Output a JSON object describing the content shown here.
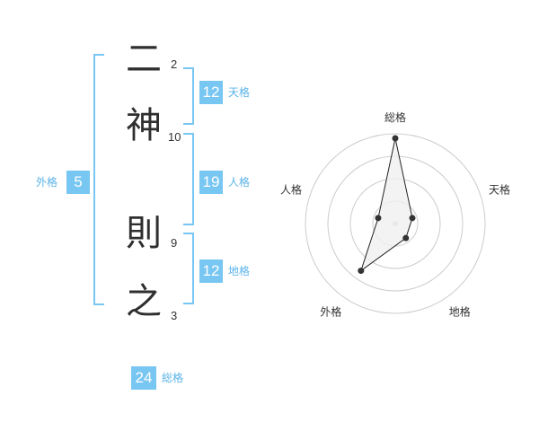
{
  "name": {
    "characters": [
      {
        "char": "二",
        "strokes": "2"
      },
      {
        "char": "神",
        "strokes": "10"
      },
      {
        "char": "則",
        "strokes": "9"
      },
      {
        "char": "之",
        "strokes": "3"
      }
    ]
  },
  "fortunes": {
    "ten": {
      "label": "天格",
      "value": "12"
    },
    "jin": {
      "label": "人格",
      "value": "19"
    },
    "chi": {
      "label": "地格",
      "value": "12"
    },
    "gai": {
      "label": "外格",
      "value": "5"
    },
    "sou": {
      "label": "総格",
      "value": "24"
    }
  },
  "colors": {
    "accent": "#78c6f2",
    "accent_text": "#5ab4e8",
    "ring": "#cccccc",
    "shape_fill": "#f0f0f0",
    "point": "#333333"
  },
  "chart_data": {
    "type": "radar",
    "axes": [
      "総格",
      "天格",
      "地格",
      "外格",
      "人格"
    ],
    "values": [
      0.95,
      0.2,
      0.2,
      0.65,
      0.2
    ],
    "rings": 4,
    "grid": true
  }
}
